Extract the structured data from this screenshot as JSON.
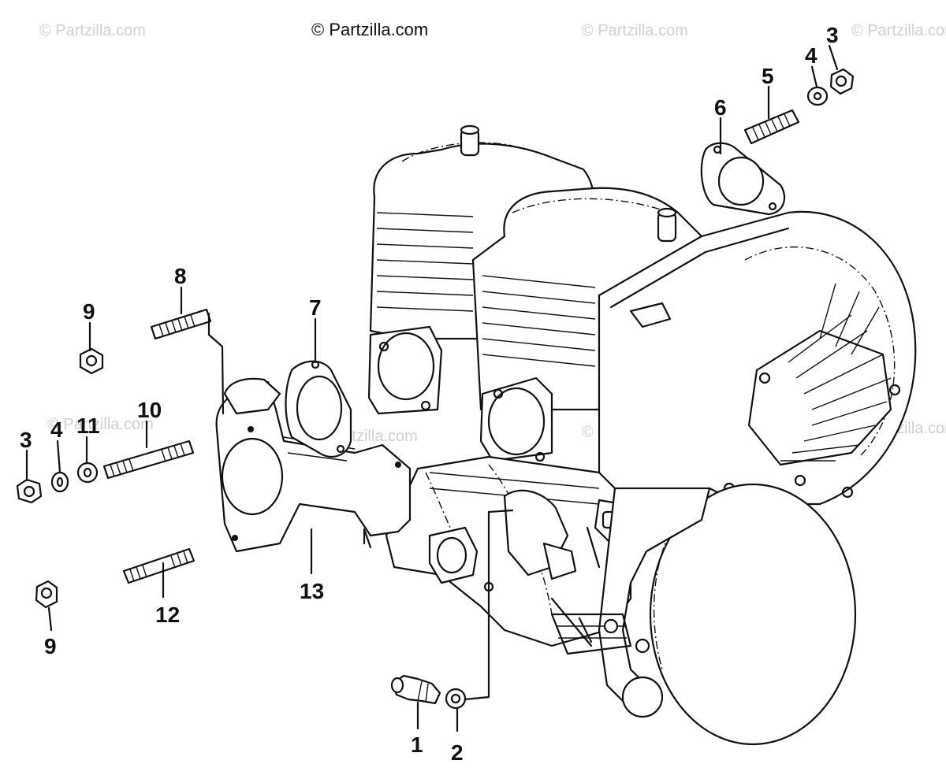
{
  "watermarks": {
    "main": "© Partzilla.com",
    "faint": "© Partzilla.com"
  },
  "callouts": [
    {
      "id": "1",
      "label": "1"
    },
    {
      "id": "2",
      "label": "2"
    },
    {
      "id": "3",
      "label": "3"
    },
    {
      "id": "4",
      "label": "4"
    },
    {
      "id": "5",
      "label": "5"
    },
    {
      "id": "6",
      "label": "6"
    },
    {
      "id": "7",
      "label": "7"
    },
    {
      "id": "8",
      "label": "8"
    },
    {
      "id": "9",
      "label": "9"
    },
    {
      "id": "10",
      "label": "10"
    },
    {
      "id": "11",
      "label": "11"
    },
    {
      "id": "12",
      "label": "12"
    },
    {
      "id": "13",
      "label": "13"
    }
  ],
  "colors": {
    "ink": "#111111",
    "watermark": "#cfcfcf",
    "background": "#ffffff"
  }
}
